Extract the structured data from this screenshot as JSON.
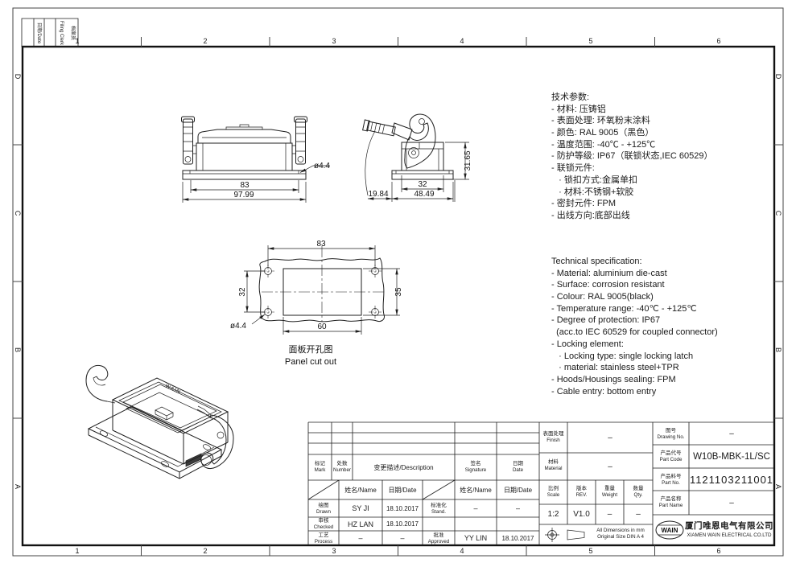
{
  "sheet": {
    "zones_top": [
      "1",
      "2",
      "3",
      "4",
      "5",
      "6"
    ],
    "zones_bottom": [
      "1",
      "2",
      "3",
      "4",
      "5",
      "6"
    ],
    "zones_left": [
      "D",
      "C",
      "B",
      "A"
    ],
    "zones_right": [
      "D",
      "C",
      "B",
      "A"
    ],
    "filing": {
      "date_label": "日期/Date",
      "clerk_cn": "档案员",
      "clerk_en": "Filing Clerk"
    }
  },
  "views": {
    "front": {
      "dim_width_inner": "83",
      "dim_width_outer": "97.99",
      "hole_label": "ø4.4"
    },
    "side": {
      "dim_height": "31.65",
      "dim_width_inner": "32",
      "dim_width_outer": "48.49",
      "dim_offset": "19.84"
    },
    "panel_cutout": {
      "dim_width_holes": "83",
      "dim_height_holes": "32",
      "dim_height_cutout": "35",
      "dim_width_cutout": "60",
      "hole_label": "ø4.4",
      "caption_cn": "面板开孔图",
      "caption_en": "Panel cut out"
    },
    "iso": {
      "brand_mark": "WAIN"
    }
  },
  "specs_cn": {
    "lines": [
      "技术参数:",
      "- 材料: 压铸铝",
      "- 表面处理: 环氧粉末涂料",
      "- 颜色: RAL 9005（黑色）",
      "- 温度范围: -40℃ - +125℃",
      "- 防护等级: IP67（联锁状态,IEC 60529）",
      "- 联锁元件:",
      "   · 锁扣方式:金属单扣",
      "   · 材料:不锈钢+软胶",
      "- 密封元件: FPM",
      "- 出线方向:底部出线"
    ]
  },
  "specs_en": {
    "lines": [
      "Technical specification:",
      "- Material: aluminium die-cast",
      "- Surface: corrosion resistant",
      "- Colour: RAL 9005(black)",
      "- Temperature range: -40℃ - +125℃",
      "- Degree of protection: IP67",
      "  (acc.to IEC 60529 for coupled connector)",
      "- Locking element:",
      "   · Locking type: single locking latch",
      "   · material: stainless steel+TPR",
      "- Hoods/Housings sealing: FPM",
      "- Cable entry: bottom entry"
    ]
  },
  "title_block": {
    "revision": {
      "mark_cn": "标记",
      "mark_en": "Mark",
      "number_cn": "处数",
      "number_en": "Number",
      "description": "变更描述/Description",
      "signature_cn": "签名",
      "signature_en": "Signature",
      "date_cn": "日期",
      "date_en": "Date",
      "name_col": "姓名/Name",
      "date_col": "日期/Date"
    },
    "signoff": {
      "drawn_cn": "绘图",
      "drawn_en": "Drawn",
      "drawn_name": "SY JI",
      "drawn_date": "18.10.2017",
      "checked_cn": "审核",
      "checked_en": "Checked",
      "checked_name": "HZ LAN",
      "checked_date": "18.10.2017",
      "process_cn": "工艺",
      "process_en": "Process",
      "process_name": "–",
      "process_date": "–",
      "stand_cn": "标准化",
      "stand_en": "Stand.",
      "stand_name": "–",
      "stand_date": "–",
      "approved_cn": "批准",
      "approved_en": "Approved",
      "approved_name": "YY LIN",
      "approved_date": "18.10.2017"
    },
    "properties": {
      "finish_cn": "表面处理",
      "finish_en": "Finish",
      "finish_value": "–",
      "material_cn": "材料",
      "material_en": "Material",
      "material_value": "–",
      "scale_cn": "比例",
      "scale_en": "Scale",
      "scale_value": "1:2",
      "rev_cn": "版本",
      "rev_en": "REV.",
      "rev_value": "V1.0",
      "weight_cn": "重量",
      "weight_en": "Weight",
      "weight_value": "–",
      "qty_cn": "数量",
      "qty_en": "Qty.",
      "qty_value": "–",
      "note_line1": "All Dimensions in mm",
      "note_line2": "Original Size DIN A 4"
    },
    "part": {
      "drawing_no_cn": "图号",
      "drawing_no_en": "Drawing No.",
      "drawing_no_value": "–",
      "part_code_cn": "产品代号",
      "part_code_en": "Part Code",
      "part_code_value": "W10B-MBK-1L/SC",
      "part_no_cn": "产品料号",
      "part_no_en": "Part No.",
      "part_no_value": "1121103211001",
      "part_name_cn": "产品名称",
      "part_name_en": "Part Name",
      "part_name_value": "–"
    },
    "company": {
      "logo": "WAIN",
      "name_cn": "厦门唯恩电气有限公司",
      "name_en": "XIAMEN WAIN ELECTRICAL CO.LTD"
    }
  }
}
